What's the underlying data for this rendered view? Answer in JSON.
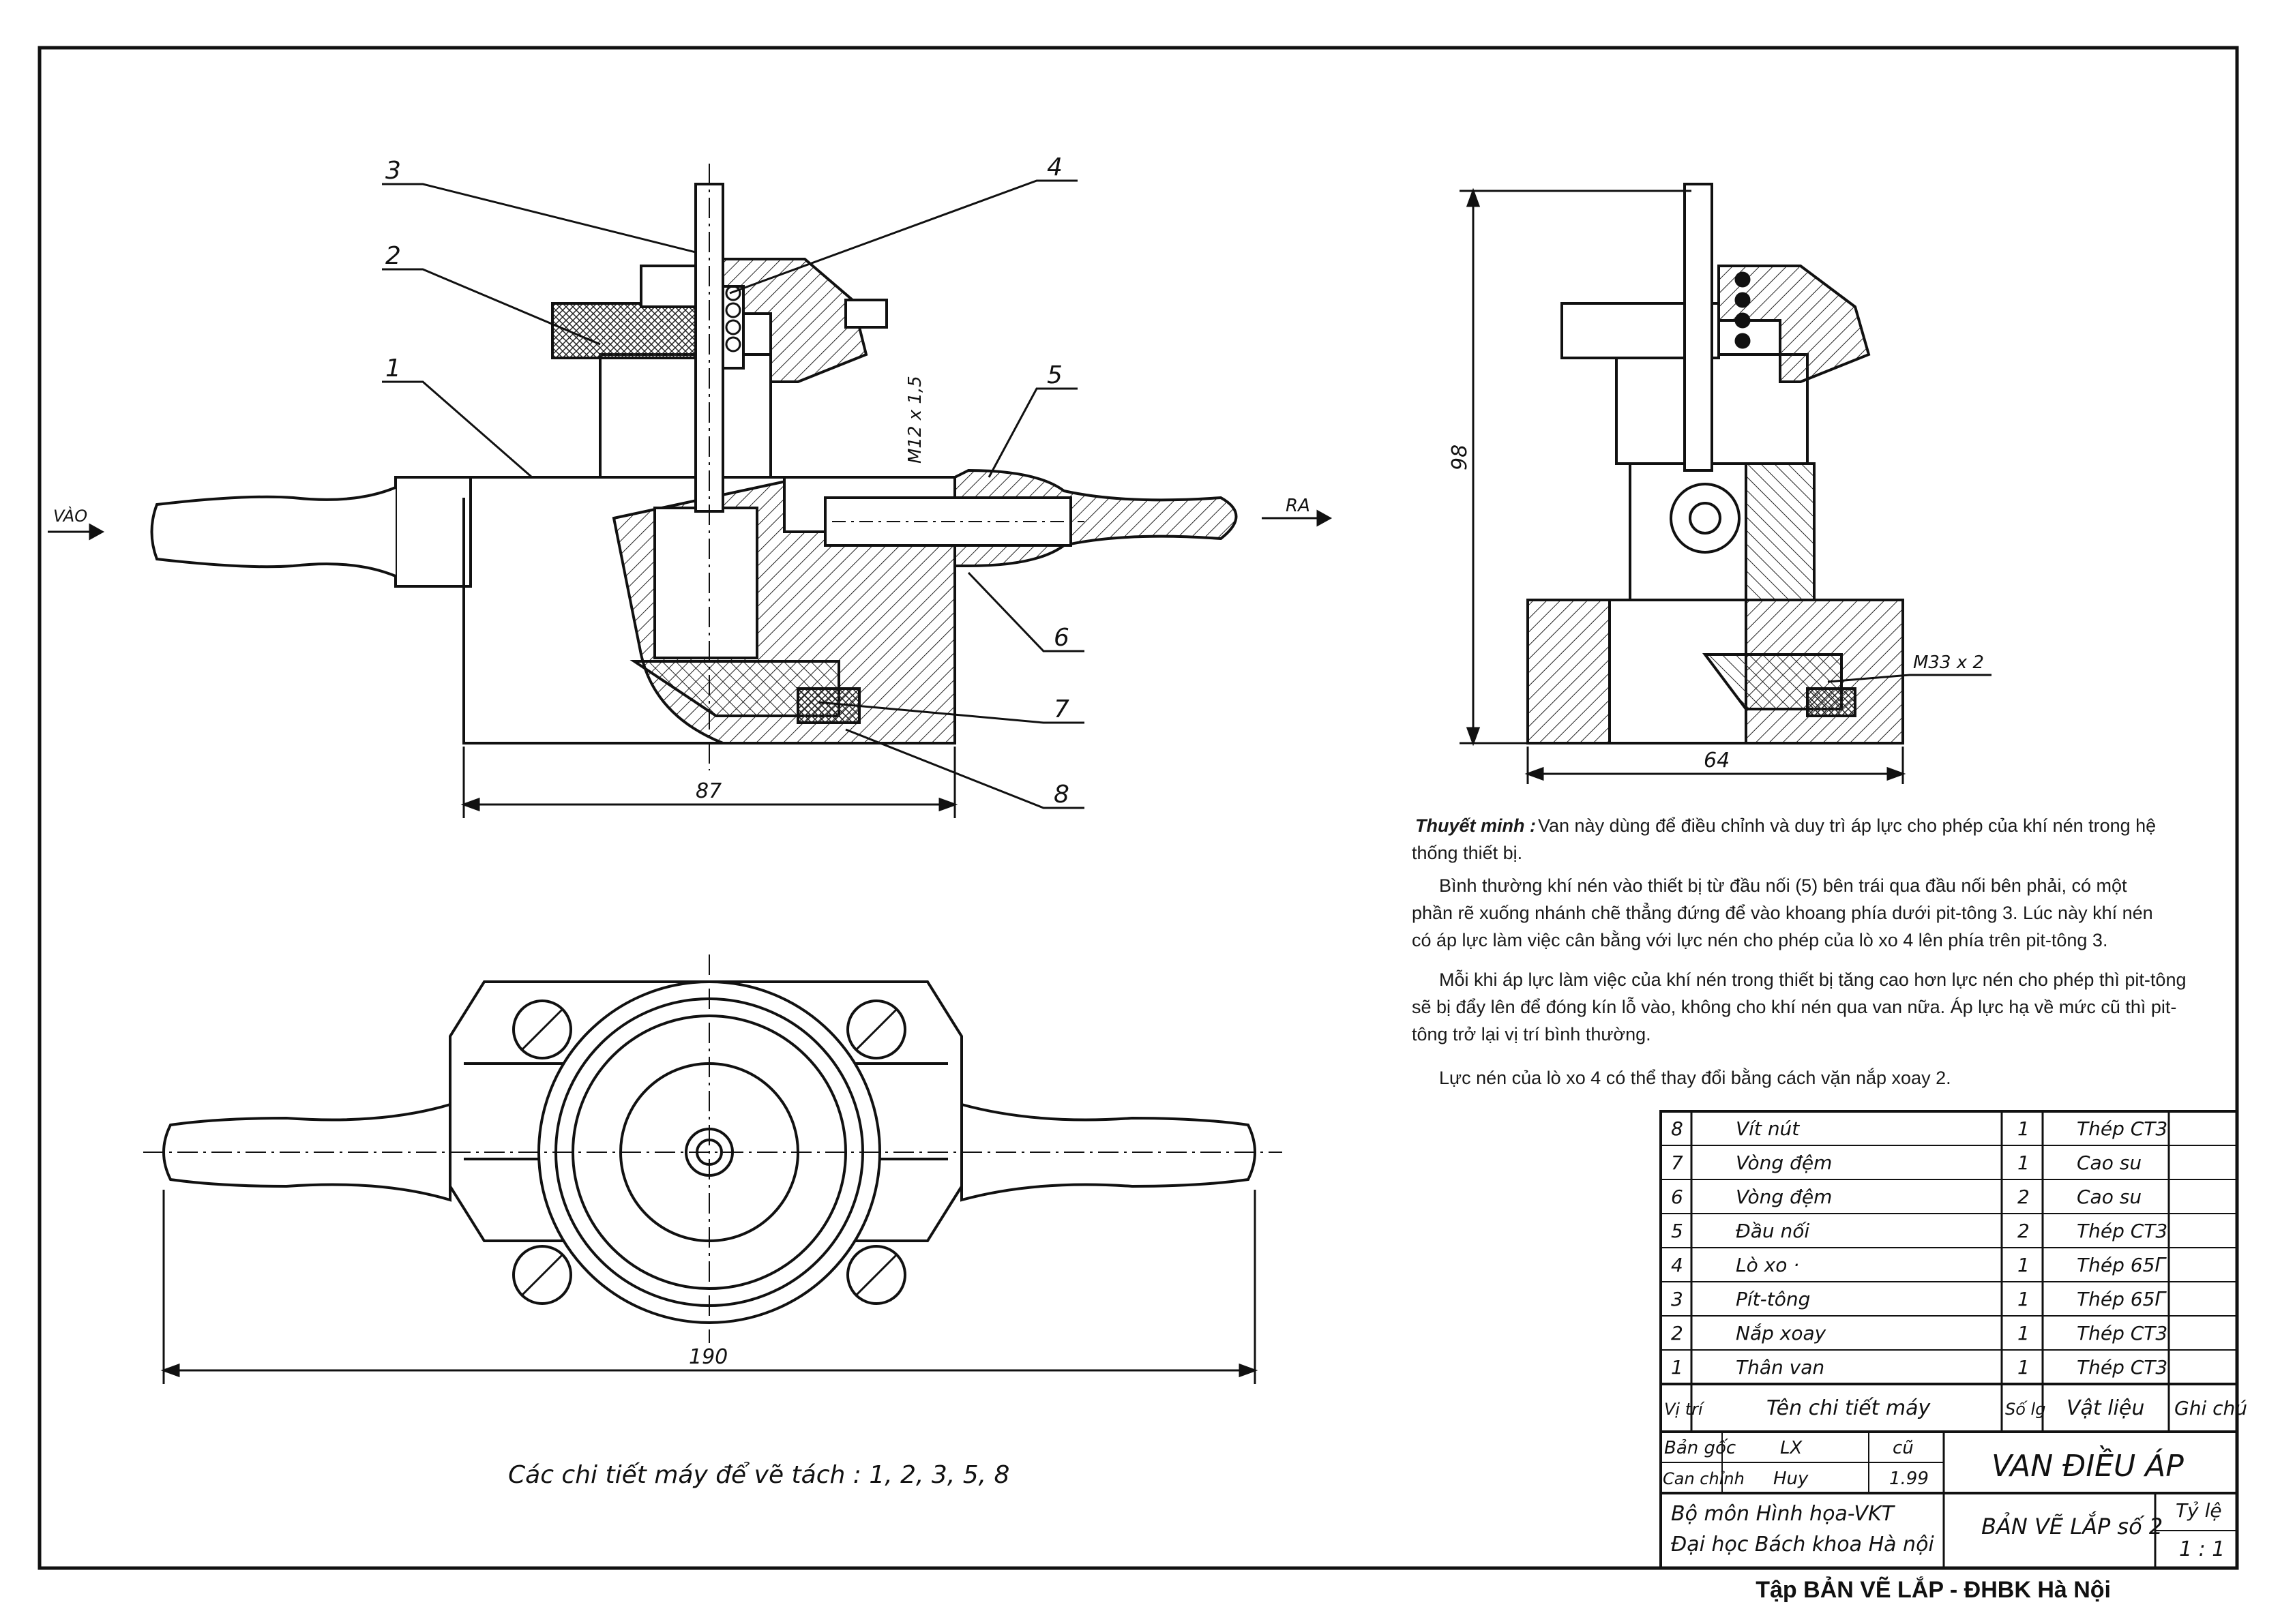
{
  "views": {
    "front": {
      "flow_in": "VÀO",
      "flow_out": "RA",
      "thread_label": "M12 x 1,5",
      "width_dim": "87",
      "leaders": [
        "1",
        "2",
        "3",
        "4",
        "5",
        "6",
        "7",
        "8"
      ]
    },
    "side": {
      "height_dim": "98",
      "width_dim": "64",
      "thread_label": "M33 x 2"
    },
    "top": {
      "length_dim": "190"
    }
  },
  "detail_note": "Các chi tiết máy để vẽ tách : 1, 2, 3, 5, 8",
  "description": {
    "heading": "Thuyết minh :",
    "lines": [
      "Van này dùng để điều chỉnh và duy trì áp lực cho phép của khí nén trong hệ",
      "thống thiết bị.",
      "Bình thường khí nén vào thiết bị từ đầu nối (5) bên trái qua đầu nối bên phải, có một",
      "phần rẽ xuống nhánh chẽ thẳng đứng để vào khoang phía dưới pit-tông 3. Lúc này khí nén",
      "có áp lực làm việc cân bằng với lực nén cho phép của lò xo 4 lên phía trên pit-tông 3.",
      "Mỗi khi áp lực làm việc của khí nén trong thiết bị tăng cao hơn lực nén cho phép thì pit-tông",
      "sẽ bị đẩy lên để đóng kín lỗ vào, không cho khí nén qua van nữa. Áp lực hạ về mức cũ thì  pit-",
      "tông trở lại vị trí bình thường.",
      "Lực nén của lò xo 4 có thể thay đổi bằng cách vặn nắp xoay 2."
    ]
  },
  "parts_list": {
    "rows": [
      {
        "pos": "8",
        "name": "Vít nút",
        "qty": "1",
        "material": "Thép CT3",
        "note": ""
      },
      {
        "pos": "7",
        "name": "Vòng đệm",
        "qty": "1",
        "material": "Cao su",
        "note": ""
      },
      {
        "pos": "6",
        "name": "Vòng đệm",
        "qty": "2",
        "material": "Cao su",
        "note": ""
      },
      {
        "pos": "5",
        "name": "Đầu nối",
        "qty": "2",
        "material": "Thép CT3",
        "note": ""
      },
      {
        "pos": "4",
        "name": "Lò xo ·",
        "qty": "1",
        "material": "Thép 65Γ",
        "note": ""
      },
      {
        "pos": "3",
        "name": "Pít-tông",
        "qty": "1",
        "material": "Thép 65Γ",
        "note": ""
      },
      {
        "pos": "2",
        "name": "Nắp xoay",
        "qty": "1",
        "material": "Thép CT3",
        "note": ""
      },
      {
        "pos": "1",
        "name": "Thân van",
        "qty": "1",
        "material": "Thép CT3",
        "note": ""
      }
    ],
    "headers": {
      "pos": "Vị trí",
      "name": "Tên chi tiết máy",
      "qty": "Số lg",
      "material": "Vật liệu",
      "note": "Ghi chú"
    }
  },
  "title_block": {
    "original_label": "Bản gốc",
    "original_value": "LX",
    "original_rev": "cũ",
    "checked_label": "Can chỉnh",
    "checked_sign": "Huy",
    "checked_date": "1.99",
    "title": "VAN ĐIỀU ÁP",
    "department": "Bộ môn Hình họa-VKT",
    "university": "Đại học Bách khoa Hà nội",
    "sheet": "BẢN VẼ LẮP số 2",
    "scale_label": "Tỷ lệ",
    "scale_value": "1 : 1"
  },
  "footer": "Tập BẢN VẼ LẮP - ĐHBK Hà Nội"
}
